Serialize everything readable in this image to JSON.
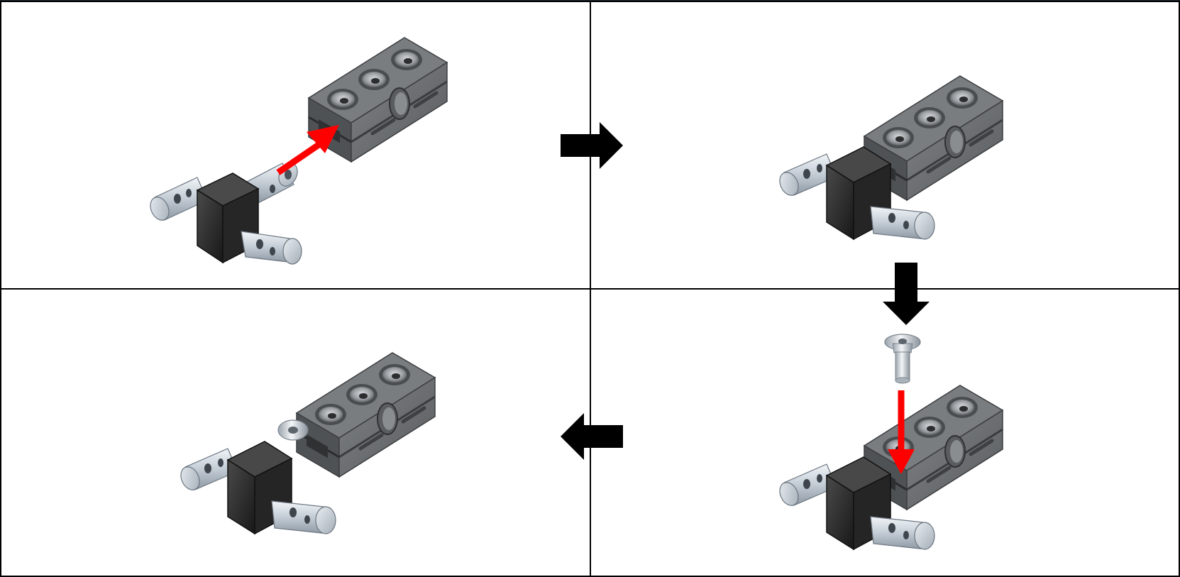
{
  "diagram": {
    "kind": "assembly-instruction-sequence",
    "step_count": 4,
    "step_order": [
      "insert-connector",
      "connector-inserted",
      "insert-screw",
      "assembled"
    ],
    "colors": {
      "background": "#ffffff",
      "frame_line": "#000000",
      "top_border": "#1c2d3a",
      "motion_arrow": "#ff0000",
      "step_arrow": "#000000",
      "connector_body": "#262626",
      "pin_metal": "#c9d1d9",
      "clamp_block": "#5f6163",
      "screw_metal": "#cfd5db"
    },
    "icons": [
      "right-arrow-icon",
      "down-arrow-icon",
      "left-arrow-icon",
      "red-insert-arrow-icon"
    ]
  }
}
